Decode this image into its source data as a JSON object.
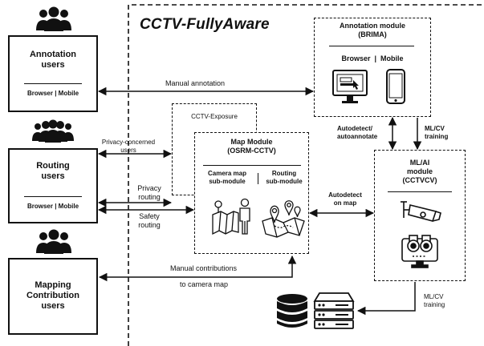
{
  "title": "CCTV-FullyAware",
  "users": {
    "annotation": {
      "title_line1": "Annotation",
      "title_line2": "users",
      "platforms": "Browser | Mobile"
    },
    "routing": {
      "title_line1": "Routing",
      "title_line2": "users",
      "platforms": "Browser | Mobile"
    },
    "mapping": {
      "title_line1": "Mapping",
      "title_line2": "Contribution",
      "title_line3": "users"
    }
  },
  "annotation_module": {
    "title_line1": "Annotation module",
    "title_line2": "(BRIMA)",
    "platforms": "Browser  |  Mobile",
    "icons": [
      "desktop-monitor-icon",
      "smartphone-icon"
    ]
  },
  "exposure": {
    "title": "CCTV-Exposure"
  },
  "map_module": {
    "title_line1": "Map Module",
    "title_line2": "(OSRM-CCTV)",
    "sub1_line1": "Camera map",
    "sub1_line2": "sub-module",
    "sub2_line1": "Routing",
    "sub2_line2": "sub-module",
    "icons": [
      "people-map-icon",
      "route-map-icon"
    ]
  },
  "ml_module": {
    "title_line1": "ML/AI",
    "title_line2": "module",
    "title_line3": "(CCTVCV)",
    "icons": [
      "cctv-camera-icon",
      "binoculars-monitor-icon"
    ]
  },
  "storage": {
    "icons": [
      "database-icon",
      "server-icon"
    ]
  },
  "edges": {
    "manual_annotation": "Manual annotation",
    "privacy_concerned_1": "Privacy-concerned",
    "privacy_concerned_2": "users",
    "privacy_routing_1": "Privacy",
    "privacy_routing_2": "routing",
    "safety_routing_1": "Safety",
    "safety_routing_2": "routing",
    "autodetect_annotate_1": "Autodetect/",
    "autodetect_annotate_2": "autoannotate",
    "ml_cv_training_top_1": "ML/CV",
    "ml_cv_training_top_2": "training",
    "autodetect_map_1": "Autodetect",
    "autodetect_map_2": "on map",
    "manual_contrib": "Manual contributions",
    "to_camera_map": "to camera map",
    "ml_cv_training_bottom_1": "ML/CV",
    "ml_cv_training_bottom_2": "training"
  }
}
